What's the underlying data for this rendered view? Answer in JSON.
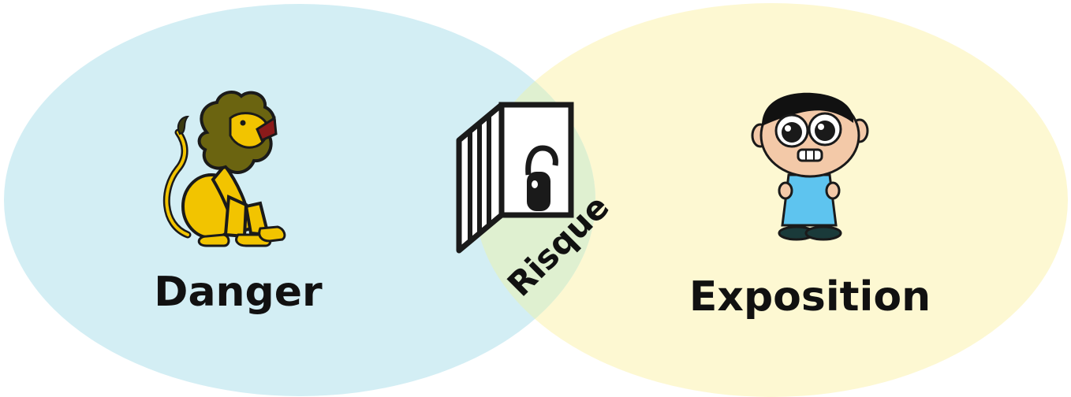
{
  "diagram": {
    "left_set": {
      "label": "Danger",
      "color": "#d3eef4",
      "icon": "lion-icon"
    },
    "right_set": {
      "label": "Exposition",
      "color": "#fdf8d2",
      "icon": "frightened-person-icon"
    },
    "intersection": {
      "label": "Risque",
      "color": "#dff0d0",
      "icon": "open-cage-icon"
    }
  }
}
